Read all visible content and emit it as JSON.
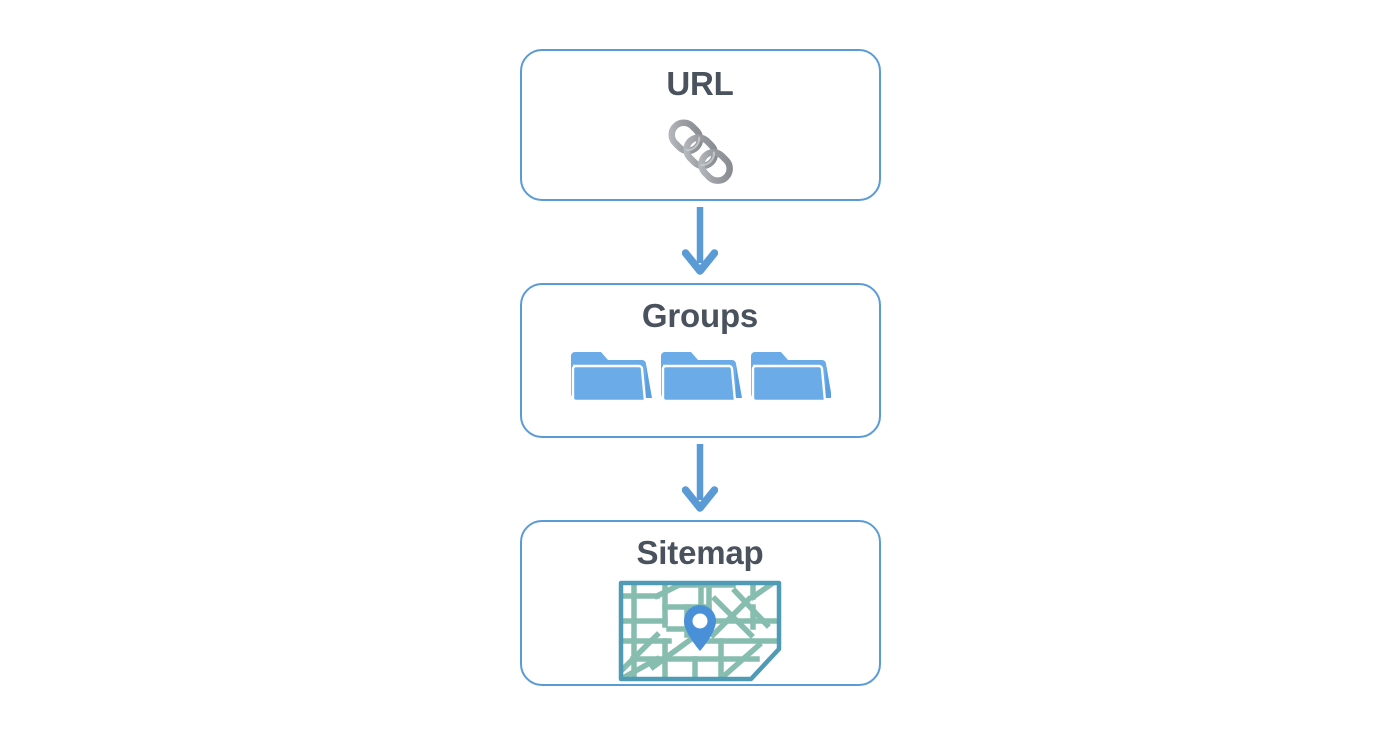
{
  "diagram": {
    "type": "flowchart",
    "orientation": "vertical",
    "background_color": "#ffffff",
    "title": "",
    "nodes": [
      {
        "id": "url",
        "label": "URL",
        "icon": "chain-link-icon",
        "icon_color": "#9aa0a6",
        "border_color": "#5b9bd5",
        "text_color": "#4a525e"
      },
      {
        "id": "groups",
        "label": "Groups",
        "icon": "folders-icon",
        "icon_color": "#67a8ea",
        "border_color": "#5b9bd5",
        "text_color": "#4a525e"
      },
      {
        "id": "sitemap",
        "label": "Sitemap",
        "icon": "map-pin-icon",
        "icon_color": "#7bb6ab",
        "border_color": "#5b9bd5",
        "text_color": "#4a525e"
      }
    ],
    "connectors": [
      {
        "id": "url-to-groups",
        "from": "url",
        "to": "groups",
        "shape": "down-arrow",
        "color": "#5b9bd5"
      },
      {
        "id": "groups-to-sitemap",
        "from": "groups",
        "to": "sitemap",
        "shape": "down-arrow",
        "color": "#5b9bd5"
      }
    ],
    "colors": {
      "accent_blue": "#5b9bd5",
      "folder_blue": "#6aabe8",
      "map_road_green": "#86bdae",
      "map_border_teal": "#4f9bb5",
      "pin_blue": "#4a90d9",
      "chain_gray": "#9b9fa4",
      "title_slate": "#4a525e"
    },
    "folder_count": 3
  }
}
